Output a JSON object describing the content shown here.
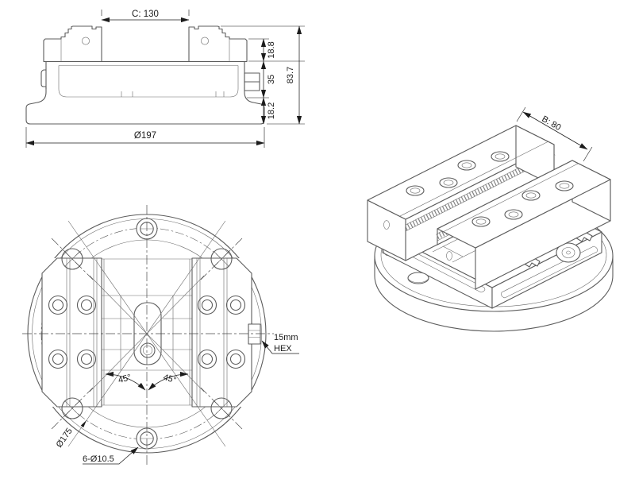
{
  "page": {
    "background": "#ffffff"
  },
  "drawing": {
    "stroke_color": "#5c5c5c",
    "dim_color": "#1c1c1c",
    "views": {
      "front": {
        "dims": {
          "jaw_opening": "C: 130",
          "jaw_height": "18.8",
          "body_height": "35",
          "base_height": "18.2",
          "overall_height": "83.7",
          "base_diameter": "Ø197"
        }
      },
      "top": {
        "dims": {
          "angle_left": "45°",
          "angle_right": "45°",
          "bolt_circle_diameter": "Ø175",
          "mount_holes": "6-Ø10.5",
          "hex_line1": "15mm",
          "hex_line2": "HEX"
        }
      },
      "isometric": {
        "dims": {
          "jaw_width": "B: 80"
        }
      }
    }
  }
}
